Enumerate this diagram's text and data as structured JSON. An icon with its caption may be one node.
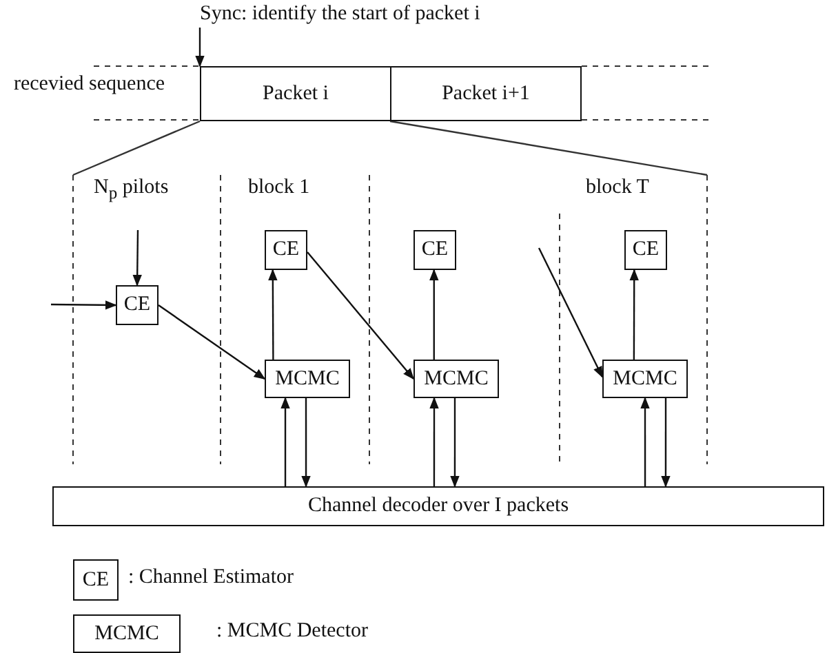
{
  "diagram": {
    "nodes": [
      {
        "text": [
          "Sync: identify the start of packet i"
        ]
      },
      {
        "text": [
          "Packet i"
        ]
      },
      {
        "text": [
          "Packet i+1"
        ]
      },
      {
        "text": [
          "CE"
        ]
      },
      {
        "text": [
          "CE"
        ]
      },
      {
        "text": [
          "MCMC"
        ]
      },
      {
        "text": [
          "CE"
        ]
      },
      {
        "text": [
          "MCMC"
        ]
      },
      {
        "text": [
          "CE"
        ]
      },
      {
        "text": [
          "MCMC"
        ]
      },
      {
        "text": [
          "Channel decoder over I packets"
        ]
      },
      {
        "text": [
          "CE"
        ]
      },
      {
        "text": [
          "MCMC"
        ]
      }
    ],
    "edges": [
      {
        "from": 0,
        "to": 1,
        "arrow": "to"
      },
      {
        "from": null,
        "to": 3,
        "arrow": "to"
      },
      {
        "from": null,
        "to": 3,
        "arrow": "to"
      },
      {
        "from": 3,
        "to": 5,
        "arrow": "to"
      },
      {
        "from": 5,
        "to": 4,
        "arrow": "to"
      },
      {
        "from": 4,
        "to": 7,
        "arrow": "to"
      },
      {
        "from": 7,
        "to": 6,
        "arrow": "to"
      },
      {
        "from": null,
        "to": 9,
        "arrow": "to"
      },
      {
        "from": 9,
        "to": 8,
        "arrow": "to"
      },
      {
        "from": 10,
        "to": 5,
        "arrow": "to"
      },
      {
        "from": 5,
        "to": 10,
        "arrow": "to"
      },
      {
        "from": 10,
        "to": 7,
        "arrow": "to"
      },
      {
        "from": 7,
        "to": 10,
        "arrow": "to"
      },
      {
        "from": 10,
        "to": 9,
        "arrow": "to"
      },
      {
        "from": 9,
        "to": 10,
        "arrow": "to"
      }
    ],
    "labels": [
      "recevied sequence",
      "N$_{p}$ pilots",
      "block 1",
      "block T"
    ],
    "legend": [
      {
        "text": ": Channel Estimator"
      },
      {
        "text": ": MCMC Detector"
      }
    ]
  }
}
